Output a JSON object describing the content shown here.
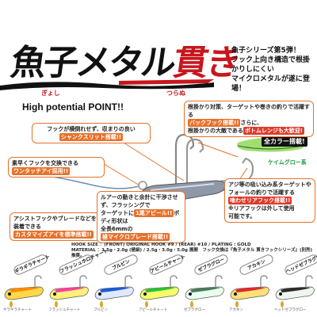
{
  "title": {
    "part_black": "魚子メタル",
    "part_red": "貫き",
    "ruby_1": "ぎょし",
    "ruby_2": "つらぬ"
  },
  "intro_lines": [
    "魚子シリーズ第5弾！",
    "フック上向き構造で根掛かりしにくい",
    "マイクロメタルが遂に登場！"
  ],
  "high_point": "High potential POINT!!",
  "callouts": {
    "hook": {
      "line1": "フックが横倒れせず、収まりの良い",
      "highlight": "シャンクスリット搭載!!"
    },
    "easy": {
      "text": "素早くフックを交換できる",
      "highlight": "ワンタッチアイ採用!!"
    },
    "assist": {
      "line1": "アシストフックやブレードなどを",
      "text2": "装着できる",
      "highlight": "カスタマイズアイを標準搭載!!"
    },
    "lure": {
      "line1": "ルアーの動きと余計に干渉させず、フラッシングで",
      "line2": "ターゲットに",
      "highlight": "1尾アピール!!",
      "line3": "ボディ形状は",
      "line4": "全長6mmの",
      "highlight2": "極マイクロブレード搭載!!"
    },
    "spin": {
      "line1": "根掛かり対策、ターゲットや巻きの釣りで活躍する",
      "highlight1": "バックフック搭載!!",
      "line2": "さらに、",
      "line3": "根掛かりの大敵である",
      "highlight2": "ボトムレンジも大歓迎!"
    },
    "aji": {
      "line1": "アジ等の吸い込み系ターゲットや",
      "line2": "フォールの釣りで活躍する",
      "highlight": "喰わせリアフック搭載!!",
      "line3": "※リアフックは外して使用",
      "line4": "可能です。"
    }
  },
  "colors": {
    "label": "全カラー搭載!",
    "sub": "ケイムグロー系"
  },
  "spec": {
    "line1": "HOOK SIZE ：(FRONT) ORIGINAL HOOK #9 / (REAR) #10 / PLATING : GOLD",
    "line2": "MATERIAL ：1.5g・2.0g (極細) / 2.5g・3.0g・5.0g 展開　フック交換は『魚子メタル 貫きフックシリーズ』(別売) 推奨。"
  },
  "lineup": [
    {
      "name": "ギラギラチャート",
      "color_body": "#ffd84a",
      "color_back": "#ff8a00",
      "foot": "ギラギラチャート"
    },
    {
      "name": "フラッシュホロチャート",
      "color_body": "#fff07a",
      "color_back": "#ff3ea0",
      "foot": "フラッシュチャート"
    },
    {
      "name": "ブルピン",
      "color_body": "#dfe8ff",
      "color_back": "#1b5bd6",
      "foot": "ブルピン"
    },
    {
      "name": "アピールチャート",
      "color_body": "#f4ff6a",
      "color_back": "#2dbf3a",
      "foot": "アピールチャート"
    },
    {
      "name": "ゼブラグロー",
      "color_body": "#e8fff0",
      "color_back": "#4a7a58",
      "foot": "ゼブラグロー"
    },
    {
      "name": "アカキン",
      "color_body": "#ffe07a",
      "color_back": "#e02a2a",
      "foot": "アカキン"
    },
    {
      "name": "ヘッドゼブラグロー",
      "color_body": "#eef6ee",
      "color_back": "#2c2c2c",
      "foot": "ヘッドゼブラグロー"
    }
  ],
  "palette": {
    "accent": "#e7712a",
    "brand_red": "#c8161d"
  }
}
